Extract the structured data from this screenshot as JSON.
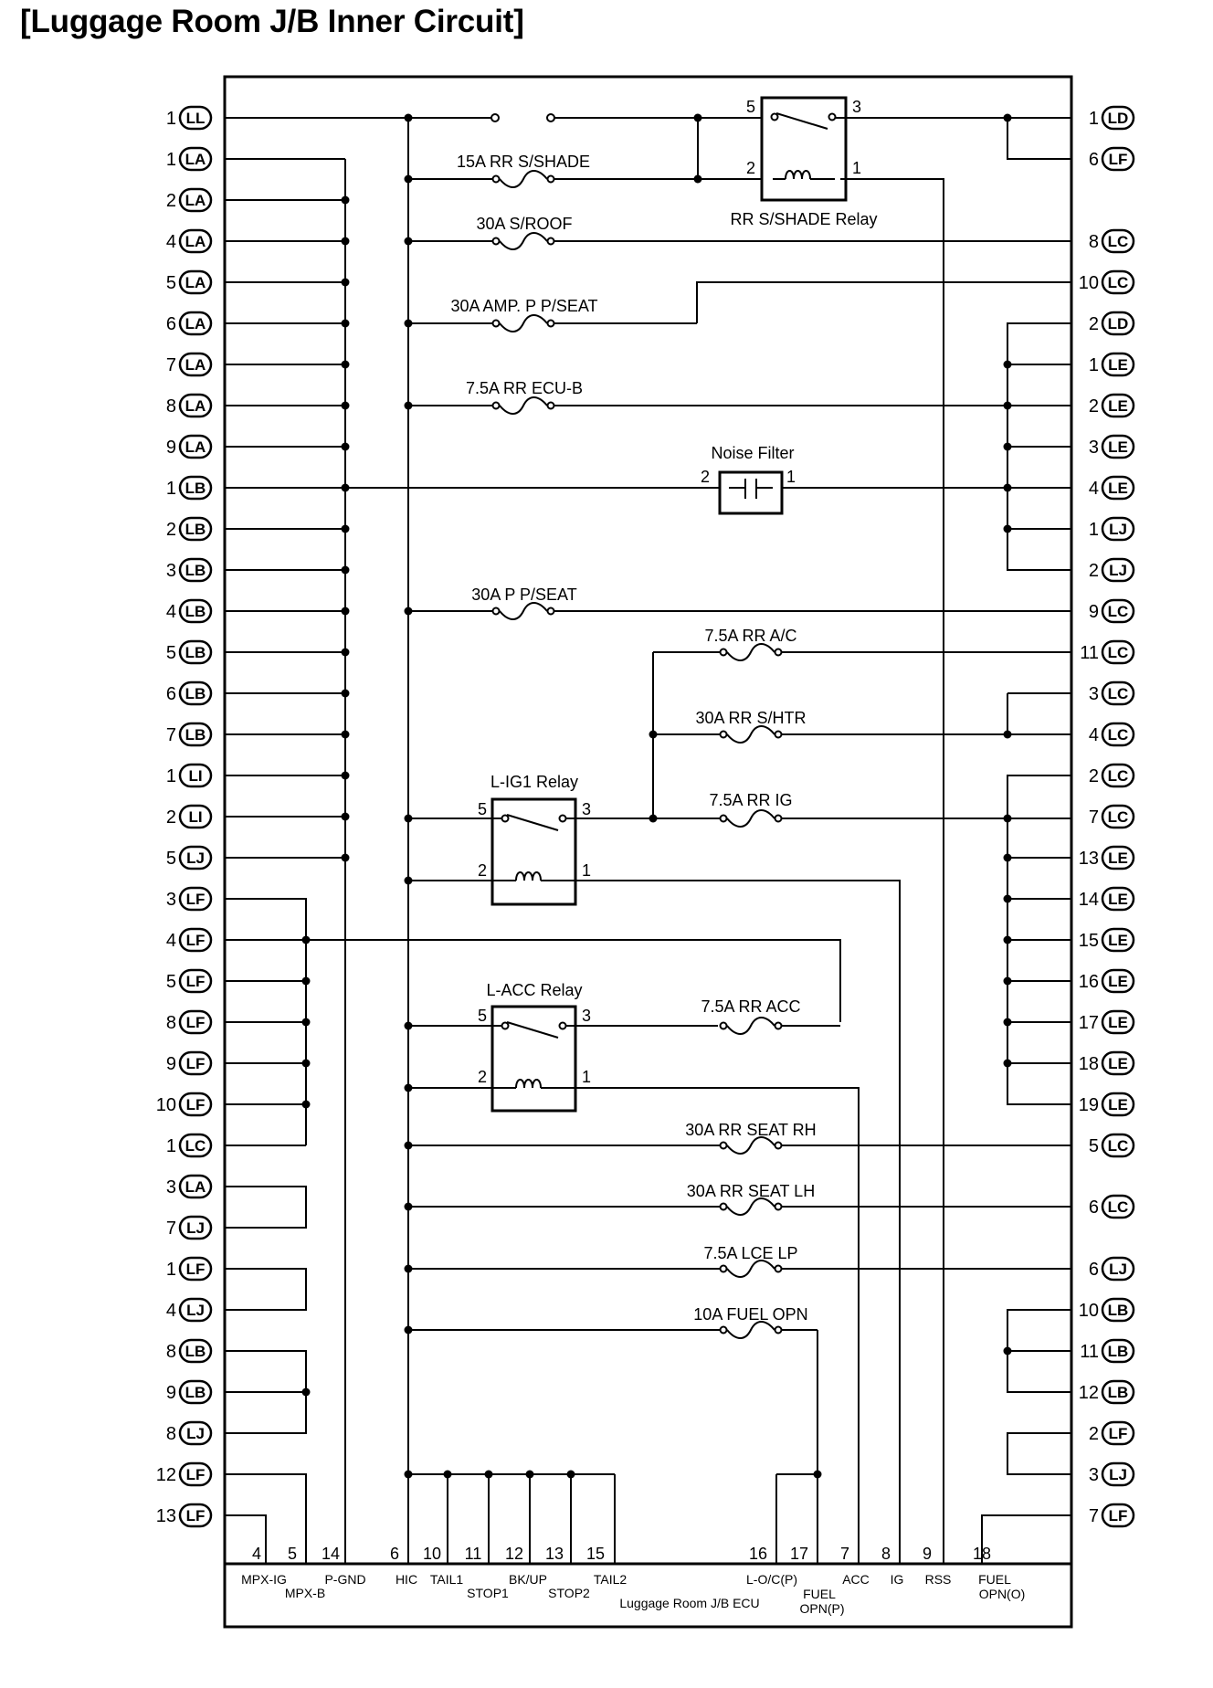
{
  "title": "[Luggage Room J/B Inner Circuit]",
  "colors": {
    "line": "#000000",
    "background": "#ffffff"
  },
  "left_connectors": [
    {
      "num": "1",
      "conn": "LL"
    },
    {
      "num": "1",
      "conn": "LA"
    },
    {
      "num": "2",
      "conn": "LA"
    },
    {
      "num": "4",
      "conn": "LA"
    },
    {
      "num": "5",
      "conn": "LA"
    },
    {
      "num": "6",
      "conn": "LA"
    },
    {
      "num": "7",
      "conn": "LA"
    },
    {
      "num": "8",
      "conn": "LA"
    },
    {
      "num": "9",
      "conn": "LA"
    },
    {
      "num": "1",
      "conn": "LB"
    },
    {
      "num": "2",
      "conn": "LB"
    },
    {
      "num": "3",
      "conn": "LB"
    },
    {
      "num": "4",
      "conn": "LB"
    },
    {
      "num": "5",
      "conn": "LB"
    },
    {
      "num": "6",
      "conn": "LB"
    },
    {
      "num": "7",
      "conn": "LB"
    },
    {
      "num": "1",
      "conn": "LI"
    },
    {
      "num": "2",
      "conn": "LI"
    },
    {
      "num": "5",
      "conn": "LJ"
    },
    {
      "num": "3",
      "conn": "LF"
    },
    {
      "num": "4",
      "conn": "LF"
    },
    {
      "num": "5",
      "conn": "LF"
    },
    {
      "num": "8",
      "conn": "LF"
    },
    {
      "num": "9",
      "conn": "LF"
    },
    {
      "num": "10",
      "conn": "LF"
    },
    {
      "num": "1",
      "conn": "LC"
    },
    {
      "num": "3",
      "conn": "LA"
    },
    {
      "num": "7",
      "conn": "LJ"
    },
    {
      "num": "1",
      "conn": "LF"
    },
    {
      "num": "4",
      "conn": "LJ"
    },
    {
      "num": "8",
      "conn": "LB"
    },
    {
      "num": "9",
      "conn": "LB"
    },
    {
      "num": "8",
      "conn": "LJ"
    },
    {
      "num": "12",
      "conn": "LF"
    },
    {
      "num": "13",
      "conn": "LF"
    }
  ],
  "right_connectors": [
    {
      "num": "1",
      "conn": "LD"
    },
    {
      "num": "6",
      "conn": "LF"
    },
    {
      "num": "8",
      "conn": "LC"
    },
    {
      "num": "10",
      "conn": "LC"
    },
    {
      "num": "2",
      "conn": "LD"
    },
    {
      "num": "1",
      "conn": "LE"
    },
    {
      "num": "2",
      "conn": "LE"
    },
    {
      "num": "3",
      "conn": "LE"
    },
    {
      "num": "4",
      "conn": "LE"
    },
    {
      "num": "1",
      "conn": "LJ"
    },
    {
      "num": "2",
      "conn": "LJ"
    },
    {
      "num": "9",
      "conn": "LC"
    },
    {
      "num": "11",
      "conn": "LC"
    },
    {
      "num": "3",
      "conn": "LC"
    },
    {
      "num": "4",
      "conn": "LC"
    },
    {
      "num": "2",
      "conn": "LC"
    },
    {
      "num": "7",
      "conn": "LC"
    },
    {
      "num": "13",
      "conn": "LE"
    },
    {
      "num": "14",
      "conn": "LE"
    },
    {
      "num": "15",
      "conn": "LE"
    },
    {
      "num": "16",
      "conn": "LE"
    },
    {
      "num": "17",
      "conn": "LE"
    },
    {
      "num": "18",
      "conn": "LE"
    },
    {
      "num": "19",
      "conn": "LE"
    },
    {
      "num": "5",
      "conn": "LC"
    },
    {
      "num": "6",
      "conn": "LC"
    },
    {
      "num": "6",
      "conn": "LJ"
    },
    {
      "num": "10",
      "conn": "LB"
    },
    {
      "num": "11",
      "conn": "LB"
    },
    {
      "num": "12",
      "conn": "LB"
    },
    {
      "num": "2",
      "conn": "LF"
    },
    {
      "num": "3",
      "conn": "LJ"
    },
    {
      "num": "7",
      "conn": "LF"
    }
  ],
  "fuses": [
    "15A RR S/SHADE",
    "30A S/ROOF",
    "30A AMP. P P/SEAT",
    "7.5A RR ECU-B",
    "30A P P/SEAT",
    "7.5A RR A/C",
    "30A RR S/HTR",
    "7.5A RR IG",
    "7.5A RR ACC",
    "30A RR SEAT RH",
    "30A RR SEAT LH",
    "7.5A LCE LP",
    "10A FUEL OPN"
  ],
  "relays": {
    "rr_sshade": {
      "name": "RR S/SHADE Relay",
      "pin5": "5",
      "pin3": "3",
      "pin2": "2",
      "pin1": "1"
    },
    "l_ig1": {
      "name": "L-IG1 Relay",
      "pin5": "5",
      "pin3": "3",
      "pin2": "2",
      "pin1": "1"
    },
    "l_acc": {
      "name": "L-ACC Relay",
      "pin5": "5",
      "pin3": "3",
      "pin2": "2",
      "pin1": "1"
    }
  },
  "noise_filter": {
    "name": "Noise Filter",
    "pin2": "2",
    "pin1": "1"
  },
  "ecu": {
    "name": "Luggage Room J/B ECU",
    "pins": [
      "4",
      "5",
      "14",
      "6",
      "10",
      "11",
      "12",
      "13",
      "15",
      "16",
      "17",
      "7",
      "8",
      "9",
      "18"
    ],
    "labels": [
      "MPX-IG",
      "MPX-B",
      "P-GND",
      "HIC",
      "TAIL1",
      "STOP1",
      "BK/UP",
      "STOP2",
      "TAIL2",
      "L-O/C(P)",
      "FUEL",
      "OPN(P)",
      "ACC",
      "IG",
      "RSS",
      "FUEL",
      "OPN(O)"
    ]
  }
}
